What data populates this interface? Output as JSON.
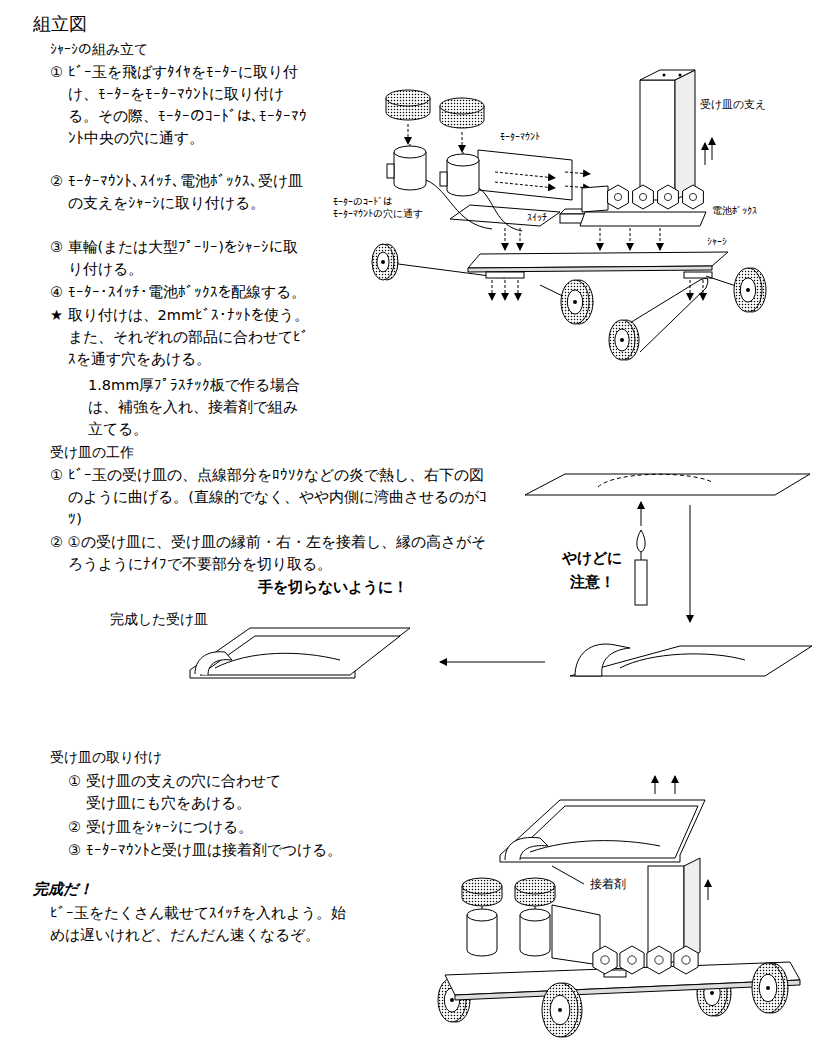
{
  "diagram": {
    "title": "組立図",
    "labels": [
      "ｼｬｰｼの組み立て",
      "① ﾋﾞｰ玉を飛ばすﾀｲﾔをﾓｰﾀｰに取り付け、ﾓｰﾀｰをﾓｰﾀｰﾏｳﾝﾄに取り付ける。その際、ﾓｰﾀｰのｺｰﾄﾞは、ﾓｰﾀｰﾏｳﾝﾄ中央の穴に通す。",
      "② ﾓｰﾀｰﾏｳﾝﾄ、ｽｲｯﾁ、電池ﾎﾞｯｸｽ、受け皿の支えをｼｬｰｼに取り付ける。",
      "③ 車輪(または大型ﾌﾟｰﾘｰ)をｼｬｰｼに取り付ける。",
      "④ ﾓｰﾀｰ・ｽｲｯﾁ・電池ﾎﾞｯｸｽを配線する。",
      "★ 取り付けは、2mmﾋﾞｽ・ﾅｯﾄを使う。また、それぞれの部品に合わせてﾋﾞｽを通す穴をあける。",
      "1.8mm厚ﾌﾟﾗｽﾁｯｸ板で作る場合は、補強を入れ、接着剤で組み立てる。",
      "ﾓｰﾀｰﾏｳﾝﾄ",
      "受け皿の支え",
      "ﾓｰﾀｰのｺｰﾄﾞは ﾓｰﾀｰﾏｳﾝﾄの穴に通す",
      "ｽｲｯﾁ",
      "電池ﾎﾞｯｸｽ",
      "ｼｬｰｼ",
      "受け皿の工作",
      "① ﾋﾞｰ玉の受け皿の、点線部分をﾛｳｿｸなどの炎で熱し、右下の図のように曲げる。(直線的でなく、やや内側に湾曲させるのがｺﾂ)",
      "② ①の受け皿に、受け皿の縁前・右・左を接着し、縁の高さがそろうようにﾅｲﾌで不要部分を切り取る。",
      "手を切らないように！",
      "やけどに 注意！",
      "完成した受け皿",
      "受け皿の取り付け",
      "① 受け皿の支えの穴に合わせて受け皿にも穴をあける。",
      "② 受け皿をｼｬｰｼにつける。",
      "③ ﾓｰﾀｰﾏｳﾝﾄと受け皿は接着剤でつける。",
      "接着剤",
      "完成だ！",
      "ﾋﾞｰ玉をたくさん載せてｽｲｯﾁを入れよう。始めは遅いけれど、だんだん速くなるぞ。"
    ]
  }
}
